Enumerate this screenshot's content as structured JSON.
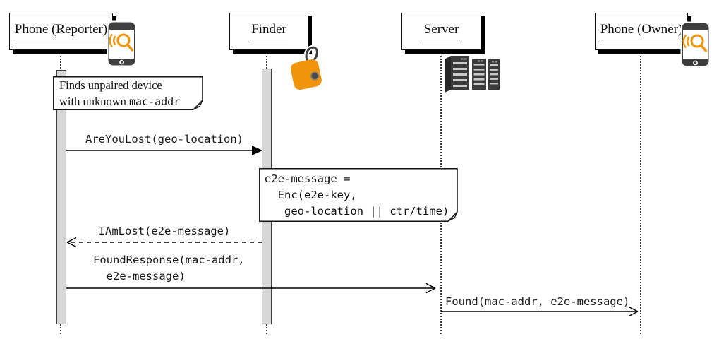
{
  "participants": [
    {
      "name": "Phone (Reporter)",
      "icon": "phone-search-icon"
    },
    {
      "name": "Finder",
      "icon": "tracker-tag-icon"
    },
    {
      "name": "Server",
      "icon": "server-rack-icon"
    },
    {
      "name": "Phone (Owner)",
      "icon": "phone-search-icon"
    }
  ],
  "notes": [
    {
      "line1": "Finds unpaired device",
      "line2_prefix": "with unknown ",
      "line2_code": "mac-addr"
    },
    {
      "code": "e2e-message =\n  Enc(e2e-key,\n   geo-location || ctr/time)"
    }
  ],
  "messages": [
    {
      "label": "AreYouLost(geo-location)",
      "from": "Phone (Reporter)",
      "to": "Finder",
      "line": "solid",
      "arrowhead": "filled"
    },
    {
      "label": "IAmLost(e2e-message)",
      "from": "Finder",
      "to": "Phone (Reporter)",
      "line": "dashed",
      "arrowhead": "open"
    },
    {
      "label": "FoundResponse(mac-addr,\n  e2e-message)",
      "from": "Phone (Reporter)",
      "to": "Server",
      "line": "solid",
      "arrowhead": "open"
    },
    {
      "label": "Found(mac-addr, e2e-message)",
      "from": "Server",
      "to": "Phone (Owner)",
      "line": "solid",
      "arrowhead": "open"
    }
  ],
  "colors": {
    "accent_orange": "#F0940A",
    "device_gray": "#3F3F3F",
    "activation_fill": "#D7D7D7",
    "box_shadow": "#000000"
  }
}
